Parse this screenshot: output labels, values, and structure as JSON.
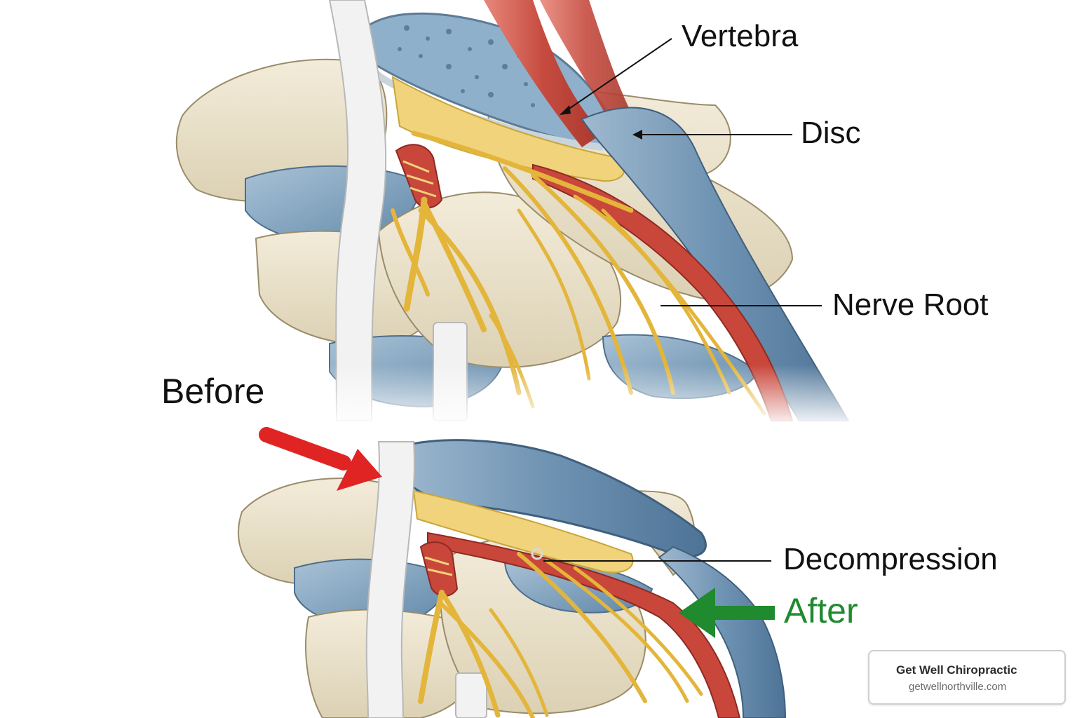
{
  "labels": {
    "vertebra": "Vertebra",
    "disc": "Disc",
    "nerve_root": "Nerve Root",
    "before": "Before",
    "decompression": "Decompression",
    "after": "After"
  },
  "brand": {
    "name": "Get Well Chiropractic",
    "url": "getwellnorthville.com"
  },
  "colors": {
    "bone": "#ece3cc",
    "disc": "#7fa3c0",
    "nerve": "#e3b53a",
    "muscle": "#c64b3f",
    "ligament": "#eeeeee",
    "arrow_before": "#e02424",
    "arrow_after": "#1f8a2e"
  },
  "icons": [
    "red-arrow-icon",
    "green-arrow-icon"
  ]
}
